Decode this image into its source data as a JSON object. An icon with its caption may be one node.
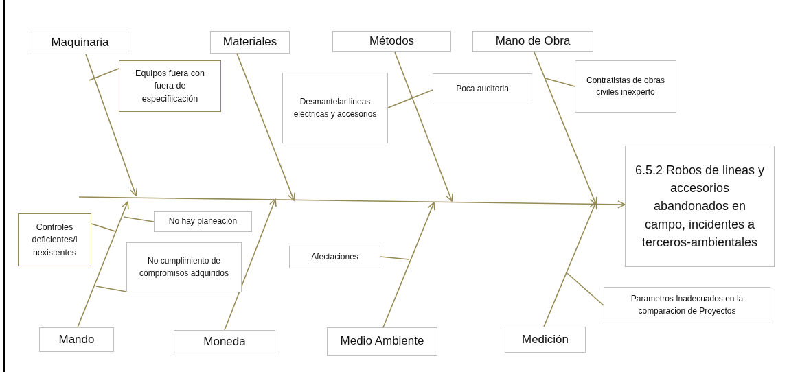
{
  "diagram": {
    "nodes": [
      {
        "text": [
          "Maquinaria"
        ]
      },
      {
        "text": [
          "Materiales"
        ]
      },
      {
        "text": [
          "Métodos"
        ]
      },
      {
        "text": [
          "Mano de Obra"
        ]
      },
      {
        "text": [
          "Equipos fuera con fuera de especifiicación"
        ]
      },
      {
        "text": [
          "Desmantelar lineas eléctricas y accesorios"
        ]
      },
      {
        "text": [
          "Poca auditoria"
        ]
      },
      {
        "text": [
          "Contratistas de obras civiles inexperto"
        ]
      },
      {
        "text": [
          "6.5.2 Robos de lineas y accesorios abandonados en campo, incidentes a terceros-ambientales"
        ]
      },
      {
        "text": [
          "Controles deficientes/i nexistentes"
        ]
      },
      {
        "text": [
          "No hay planeación"
        ]
      },
      {
        "text": [
          "No cumplimiento de compromisos adquiridos"
        ]
      },
      {
        "text": [
          "Afectaciones"
        ]
      },
      {
        "text": [
          "Parametros Inadecuados en la comparacion de Proyectos"
        ]
      },
      {
        "text": [
          "Mando"
        ]
      },
      {
        "text": [
          "Moneda"
        ]
      },
      {
        "text": [
          "Medio Ambiente"
        ]
      },
      {
        "text": [
          "Medición"
        ]
      }
    ],
    "edges": [
      {
        "from": null,
        "to": 8,
        "arrow": "to"
      },
      {
        "from": 0,
        "to": null,
        "arrow": "to"
      },
      {
        "from": 1,
        "to": null,
        "arrow": "to"
      },
      {
        "from": 2,
        "to": null,
        "arrow": "to"
      },
      {
        "from": 3,
        "to": null,
        "arrow": "to"
      },
      {
        "from": 14,
        "to": null,
        "arrow": "to"
      },
      {
        "from": 15,
        "to": null,
        "arrow": "to"
      },
      {
        "from": 16,
        "to": null,
        "arrow": "to"
      },
      {
        "from": 17,
        "to": null,
        "arrow": "to"
      },
      {
        "from": 4,
        "to": null,
        "arrow": "none"
      },
      {
        "from": 5,
        "to": 6,
        "arrow": "none"
      },
      {
        "from": 7,
        "to": null,
        "arrow": "none"
      },
      {
        "from": 9,
        "to": null,
        "arrow": "none"
      },
      {
        "from": 10,
        "to": null,
        "arrow": "none"
      },
      {
        "from": 11,
        "to": null,
        "arrow": "none"
      },
      {
        "from": 12,
        "to": null,
        "arrow": "none"
      },
      {
        "from": 13,
        "to": null,
        "arrow": "none"
      }
    ]
  }
}
